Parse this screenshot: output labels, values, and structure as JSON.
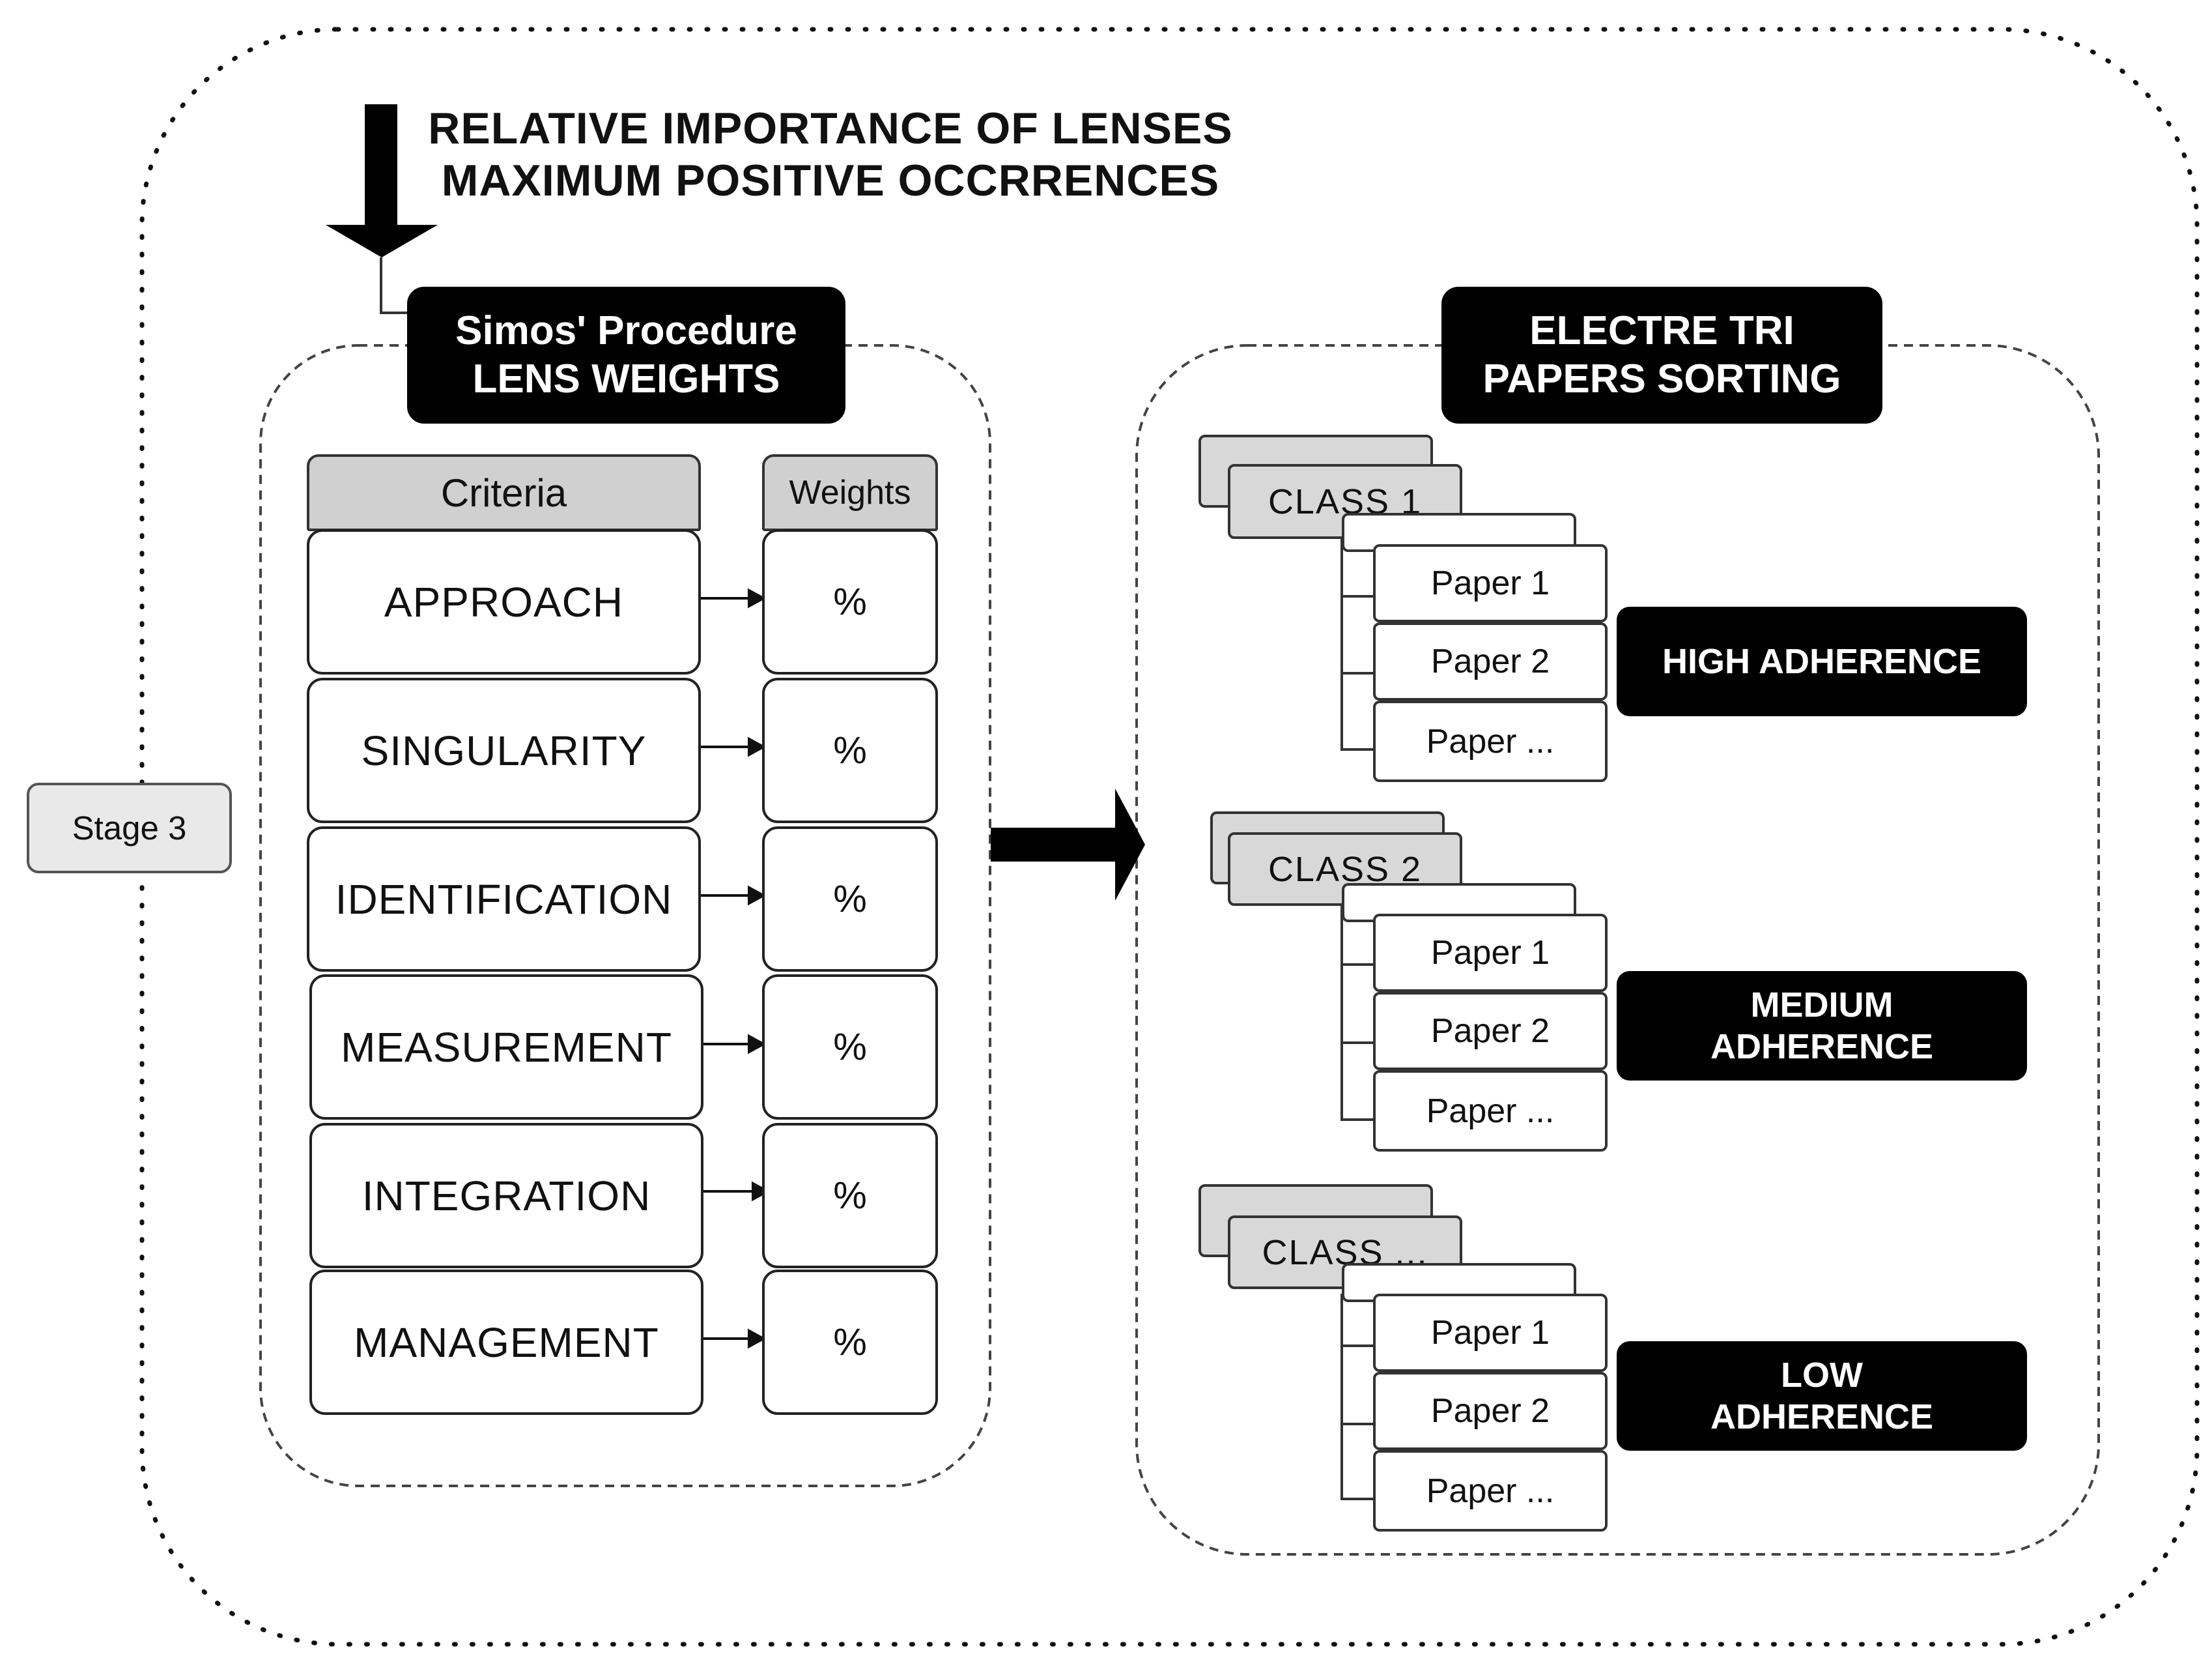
{
  "stage_label": "Stage 3",
  "top_annotation": {
    "line1": "RELATIVE IMPORTANCE OF LENSES",
    "line2": "MAXIMUM POSITIVE OCCRRENCES"
  },
  "left_panel": {
    "header_line1": "Simos' Procedure",
    "header_line2": "LENS WEIGHTS",
    "criteria_heading": "Criteria",
    "weights_heading": "Weights",
    "criteria": [
      {
        "label": "APPROACH",
        "weight": "%"
      },
      {
        "label": "SINGULARITY",
        "weight": "%"
      },
      {
        "label": "IDENTIFICATION",
        "weight": "%"
      },
      {
        "label": "MEASUREMENT",
        "weight": "%"
      },
      {
        "label": "INTEGRATION",
        "weight": "%"
      },
      {
        "label": "MANAGEMENT",
        "weight": "%"
      }
    ]
  },
  "right_panel": {
    "header_line1": "ELECTRE TRI",
    "header_line2": "PAPERS SORTING",
    "classes": [
      {
        "label": "CLASS 1",
        "papers": [
          "Paper 1",
          "Paper 2",
          "Paper ..."
        ],
        "adherence_line1": "HIGH ADHERENCE",
        "adherence_line2": ""
      },
      {
        "label": "CLASS 2",
        "papers": [
          "Paper 1",
          "Paper 2",
          "Paper ..."
        ],
        "adherence_line1": "MEDIUM",
        "adherence_line2": "ADHERENCE"
      },
      {
        "label": "CLASS ...",
        "papers": [
          "Paper 1",
          "Paper 2",
          "Paper ..."
        ],
        "adherence_line1": "LOW",
        "adherence_line2": "ADHERENCE"
      }
    ]
  }
}
